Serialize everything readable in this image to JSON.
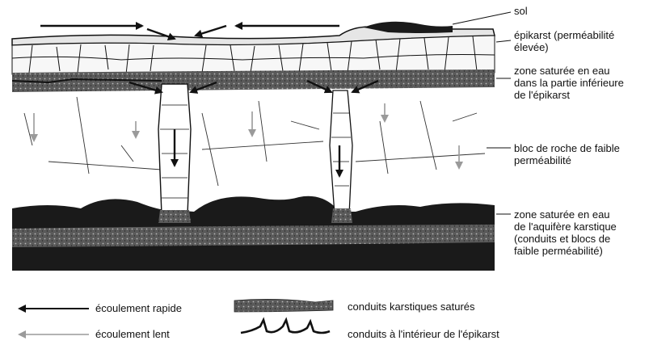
{
  "labels": {
    "sol": "sol",
    "epikarst": "épikarst (perméabilité\nélevée)",
    "zone_epikarst": "zone saturée en eau\ndans la partie inférieure\nde l'épikarst",
    "bloc": "bloc de roche de faible\nperméabilité",
    "aquifere": "zone saturée en eau\nde l'aquifère karstique\n(conduits et blocs de\nfaible perméabilité)"
  },
  "legend": {
    "rapide": "écoulement rapide",
    "lent": "écoulement lent",
    "conduits_satures": "conduits karstiques saturés",
    "conduits_epikarst": "conduits à l'intérieur de l'épikarst"
  },
  "colors": {
    "ink": "#111111",
    "dark_fill": "#1a1a1a",
    "grey_band": "#6e6e6e",
    "slow_arrow": "#9a9a9a"
  }
}
